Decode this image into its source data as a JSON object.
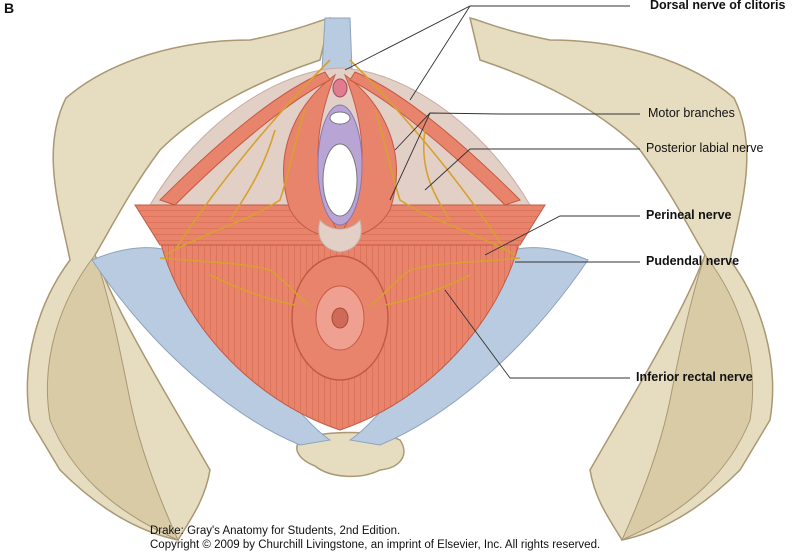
{
  "panel_letter": "B",
  "labels": {
    "dorsal_nerve_clitoris": "Dorsal nerve of clitoris",
    "motor_branches": "Motor branches",
    "posterior_labial_nerve": "Posterior labial nerve",
    "perineal_nerve": "Perineal nerve",
    "pudendal_nerve": "Pudendal nerve",
    "inferior_rectal_nerve": "Inferior rectal nerve"
  },
  "credit": {
    "line1": "Drake: Gray's Anatomy for Students, 2nd Edition.",
    "line2": "Copyright © 2009 by Churchill Livingstone, an imprint of Elsevier, Inc. All rights reserved."
  },
  "colors": {
    "bone": "#e6dcc0",
    "bone_shadow": "#c8b994",
    "muscle": "#e8836c",
    "muscle_dark": "#d4644d",
    "ligament": "#b9cbe0",
    "membrane": "#e2cfc6",
    "nerve": "#d8a030",
    "leader": "#333333"
  }
}
